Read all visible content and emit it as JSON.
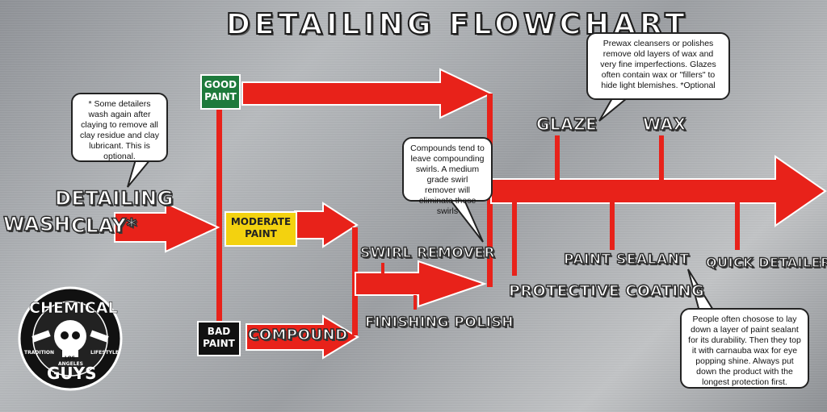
{
  "title": "DETAILING FLOWCHART",
  "colors": {
    "arrow_red": "#e8221a",
    "arrow_outline": "#ffffff",
    "good_box": "#1e7a3c",
    "moderate_box": "#f3d20f",
    "bad_box": "#111111",
    "background": "#a9acaf"
  },
  "stages": {
    "wash": "WASH",
    "detailing": "DETAILING",
    "clay": "CLAY*",
    "good_paint": "GOOD\nPAINT",
    "moderate_paint": "MODERATE\nPAINT",
    "bad_paint": "BAD\nPAINT",
    "compound": "COMPOUND",
    "swirl_remover": "SWIRL REMOVER",
    "finishing_polish": "FINISHING POLISH",
    "glaze": "GLAZE",
    "wax": "WAX",
    "protective_coating": "PROTECTIVE COATING",
    "paint_sealant": "PAINT SEALANT",
    "quick_detailer": "QUICK DETAILER"
  },
  "notes": {
    "clay_note": "* Some detailers wash again after claying to remove all clay residue and clay lubricant. This is optional.",
    "compound_note": "Compounds tend to leave compounding swirls. A medium grade swirl remover will eliminate these swirls",
    "prewax_note": "Prewax cleansers or polishes remove old layers of wax and very fine imperfections. Glazes often contain wax or \"fillers\" to hide light blemishes. *Optional",
    "sealant_note": "People often chosose to lay down a layer of paint sealant for its durability. Then they top it with carnauba wax for eye popping shine. Always put down the product with the longest protection first."
  },
  "logo": {
    "top": "CHEMICAL",
    "bottom": "GUYS",
    "left": "TRADITION",
    "right": "LIFESTYLE",
    "city_1": "LOS",
    "city_2": "ANGELES"
  }
}
